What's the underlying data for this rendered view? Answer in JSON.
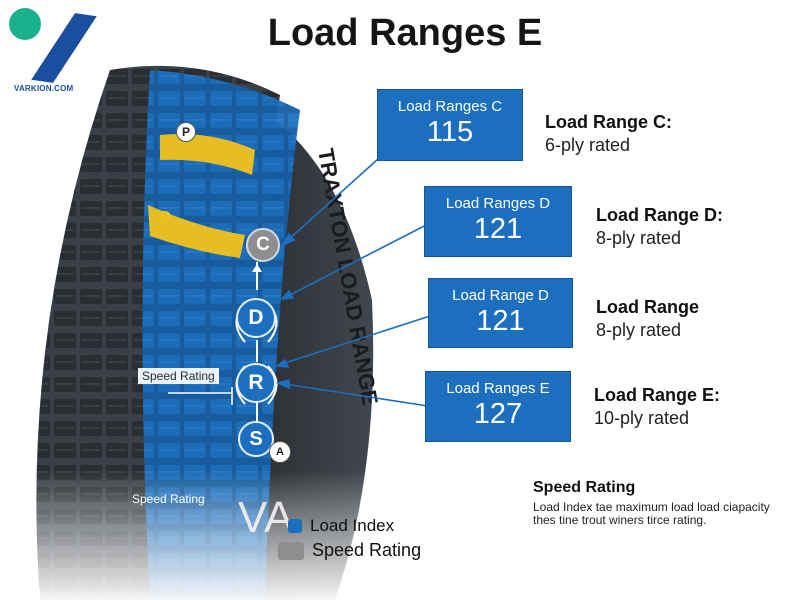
{
  "brand": {
    "url": "VARKION.COM",
    "colors": {
      "circle": "#1ab28c",
      "slash": "#1a4fa0"
    }
  },
  "title": "Load Ranges E",
  "load_ranges": [
    {
      "box_title": "Load Ranges C",
      "value": "115",
      "desc_head": "Load Range C:",
      "desc_sub": "6-ply rated"
    },
    {
      "box_title": "Load Ranges D",
      "value": "121",
      "desc_head": "Load Range D:",
      "desc_sub": "8-ply rated"
    },
    {
      "box_title": "Load Range D",
      "value": "121",
      "desc_head": "Load Range",
      "desc_sub": "8-ply rated"
    },
    {
      "box_title": "Load Ranges E",
      "value": "127",
      "desc_head": "Load Range E:",
      "desc_sub": "10-ply rated"
    }
  ],
  "tire": {
    "badges": [
      "C",
      "D",
      "R",
      "S"
    ],
    "small_badge": "A",
    "marks": [
      "P",
      "D"
    ],
    "sidewall_text": "TRAXTON LOAD RANGE",
    "speed_rating_labels": [
      "Speed Rating",
      "Speed Rating"
    ],
    "watermark": "VA"
  },
  "legend": [
    {
      "label": "Load Index",
      "color": "#1c6fbf"
    },
    {
      "label": "Speed Rating",
      "color": "#8e8e8e"
    }
  ],
  "note": {
    "heading": "Speed Rating",
    "body": "Load Index tae maximum load load ciapacity thes tine trout winers tirce rating."
  },
  "colors": {
    "blue": "#1c6fbf",
    "yellow": "#f1c21b",
    "tread": "#2a2e33"
  }
}
